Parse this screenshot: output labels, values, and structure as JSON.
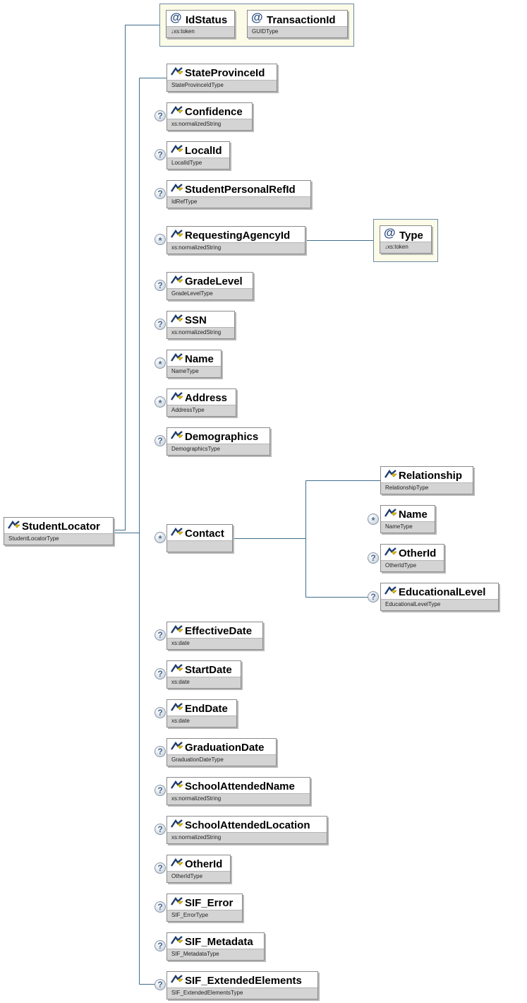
{
  "root": {
    "name": "StudentLocator",
    "type": "StudentLocatorType"
  },
  "attributes": [
    {
      "name": "IdStatus",
      "type": "↓xs:token"
    },
    {
      "name": "TransactionId",
      "type": "GUIDType"
    }
  ],
  "children": [
    {
      "name": "StateProvinceId",
      "type": "StateProvinceIdType",
      "occurrence": ""
    },
    {
      "name": "Confidence",
      "type": "xs:normalizedString",
      "occurrence": "?"
    },
    {
      "name": "LocalId",
      "type": "LocalIdType",
      "occurrence": "?"
    },
    {
      "name": "StudentPersonalRefId",
      "type": "IdRefType",
      "occurrence": "?"
    },
    {
      "name": "RequestingAgencyId",
      "type": "xs:normalizedString",
      "occurrence": "*"
    },
    {
      "name": "GradeLevel",
      "type": "GradeLevelType",
      "occurrence": "?"
    },
    {
      "name": "SSN",
      "type": "xs:normalizedString",
      "occurrence": "?"
    },
    {
      "name": "Name",
      "type": "NameType",
      "occurrence": "*"
    },
    {
      "name": "Address",
      "type": "AddressType",
      "occurrence": "*"
    },
    {
      "name": "Demographics",
      "type": "DemographicsType",
      "occurrence": "?"
    },
    {
      "name": "Contact",
      "type": "",
      "occurrence": "*"
    },
    {
      "name": "EffectiveDate",
      "type": "xs:date",
      "occurrence": "?"
    },
    {
      "name": "StartDate",
      "type": "xs:date",
      "occurrence": "?"
    },
    {
      "name": "EndDate",
      "type": "xs:date",
      "occurrence": "?"
    },
    {
      "name": "GraduationDate",
      "type": "GraduationDateType",
      "occurrence": "?"
    },
    {
      "name": "SchoolAttendedName",
      "type": "xs:normalizedString",
      "occurrence": "?"
    },
    {
      "name": "SchoolAttendedLocation",
      "type": "xs:normalizedString",
      "occurrence": "?"
    },
    {
      "name": "OtherId",
      "type": "OtherIdType",
      "occurrence": "?"
    },
    {
      "name": "SIF_Error",
      "type": "SIF_ErrorType",
      "occurrence": "?"
    },
    {
      "name": "SIF_Metadata",
      "type": "SIF_MetadataType",
      "occurrence": "?"
    },
    {
      "name": "SIF_ExtendedElements",
      "type": "SIF_ExtendedElementsType",
      "occurrence": "?"
    }
  ],
  "requesting_agency_attribute": {
    "name": "Type",
    "type": "↓xs:token"
  },
  "contact_children": [
    {
      "name": "Relationship",
      "type": "RelationshipType",
      "occurrence": ""
    },
    {
      "name": "Name",
      "type": "NameType",
      "occurrence": "*"
    },
    {
      "name": "OtherId",
      "type": "OtherIdType",
      "occurrence": "?"
    },
    {
      "name": "EducationalLevel",
      "type": "EducationalLevelType",
      "occurrence": "?"
    }
  ],
  "colors": {
    "connector": "#3f6e8c",
    "type_band": "#d4d4d4",
    "attribute_group": "#fbfbe8"
  }
}
